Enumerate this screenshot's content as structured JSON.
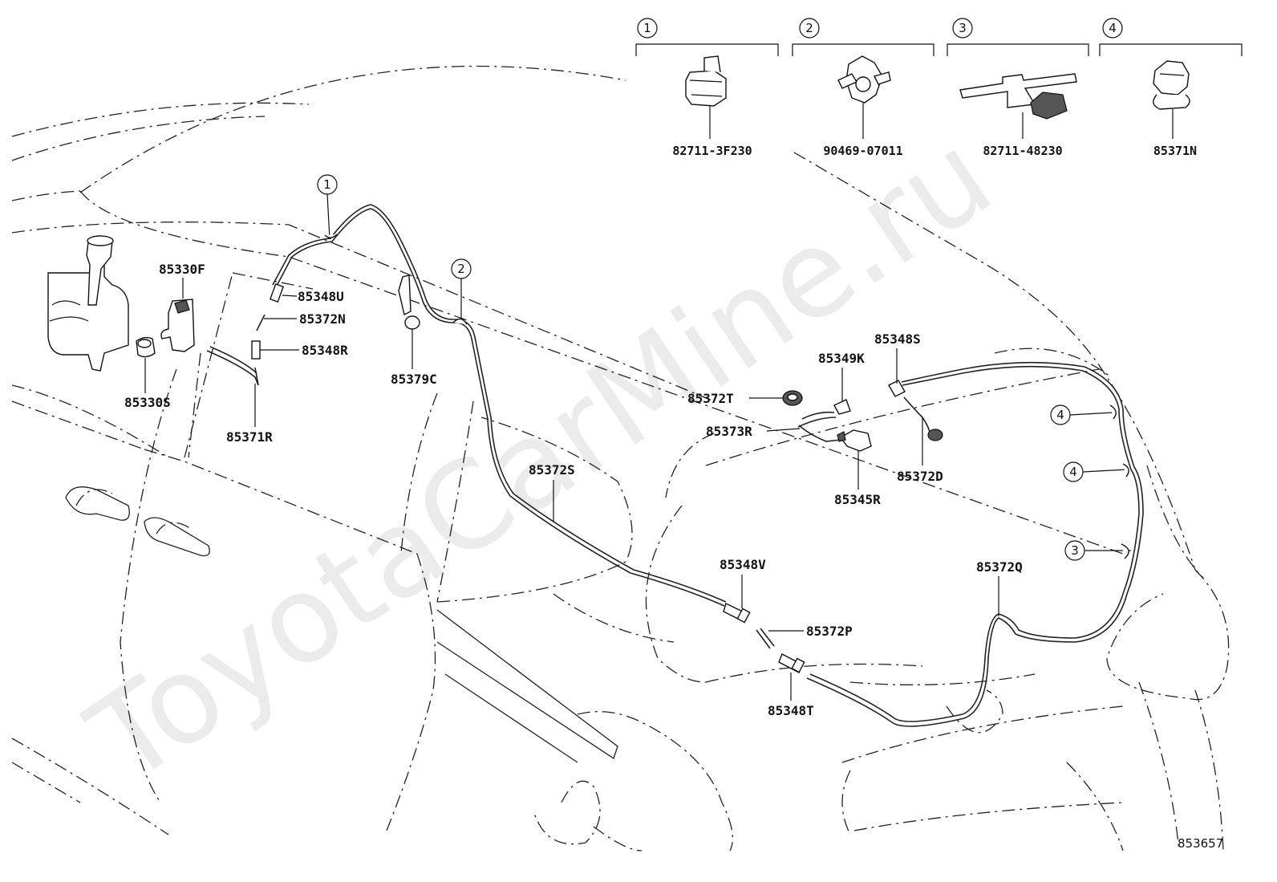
{
  "watermark": "ToyotaCarMine.ru",
  "diagram_number": "853657",
  "legend": [
    {
      "num": "1",
      "part": "82711-3F230"
    },
    {
      "num": "2",
      "part": "90469-07011"
    },
    {
      "num": "3",
      "part": "82711-48230"
    },
    {
      "num": "4",
      "part": "85371N"
    }
  ],
  "labels": {
    "p85330F": "85330F",
    "p85330S": "85330S",
    "p85348U": "85348U",
    "p85372N": "85372N",
    "p85348R": "85348R",
    "p85371R": "85371R",
    "p85379C": "85379C",
    "p85372S": "85372S",
    "p85348V": "85348V",
    "p85372P": "85372P",
    "p85348T": "85348T",
    "p85372Q": "85372Q",
    "p85348S": "85348S",
    "p85349K": "85349K",
    "p85372T": "85372T",
    "p85373R": "85373R",
    "p85345R": "85345R",
    "p85372D": "85372D"
  },
  "clip_callouts": [
    "1",
    "2",
    "4",
    "4",
    "3"
  ]
}
